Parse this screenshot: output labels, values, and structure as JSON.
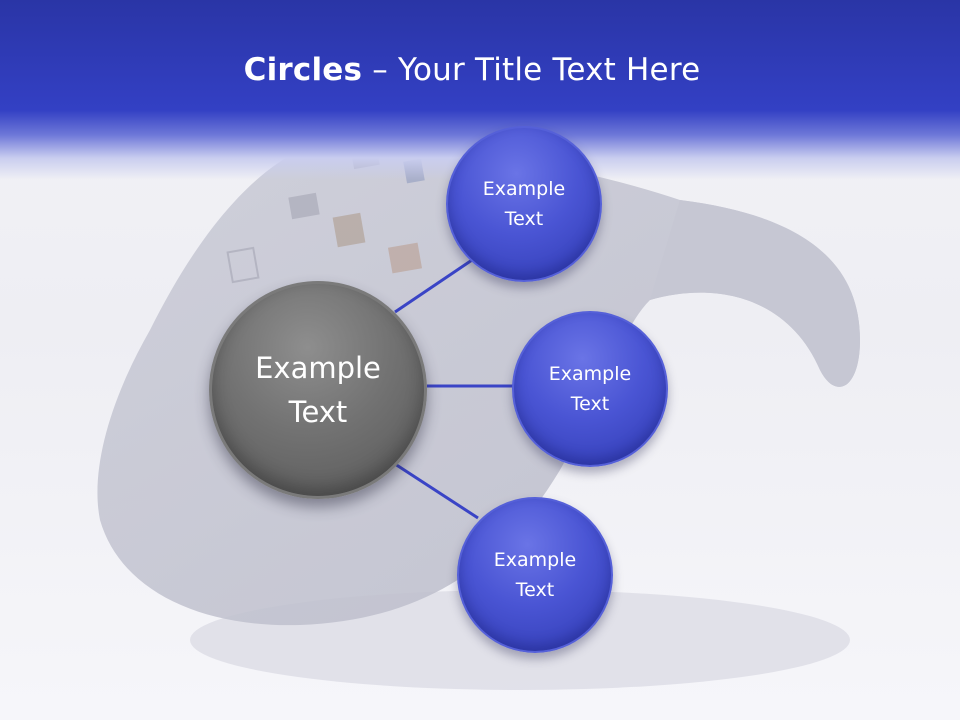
{
  "slide": {
    "title_bold": "Circles",
    "title_rest": " – Your Title Text Here"
  },
  "diagram": {
    "center": {
      "line1": "Example",
      "line2": "Text"
    },
    "nodes": [
      {
        "line1": "Example",
        "line2": "Text"
      },
      {
        "line1": "Example",
        "line2": "Text"
      },
      {
        "line1": "Example",
        "line2": "Text"
      }
    ]
  },
  "colors": {
    "header": "#3340c4",
    "node_fill": "#4a55d4",
    "center_fill": "#6e6e6e",
    "connector": "#3a44c6"
  }
}
